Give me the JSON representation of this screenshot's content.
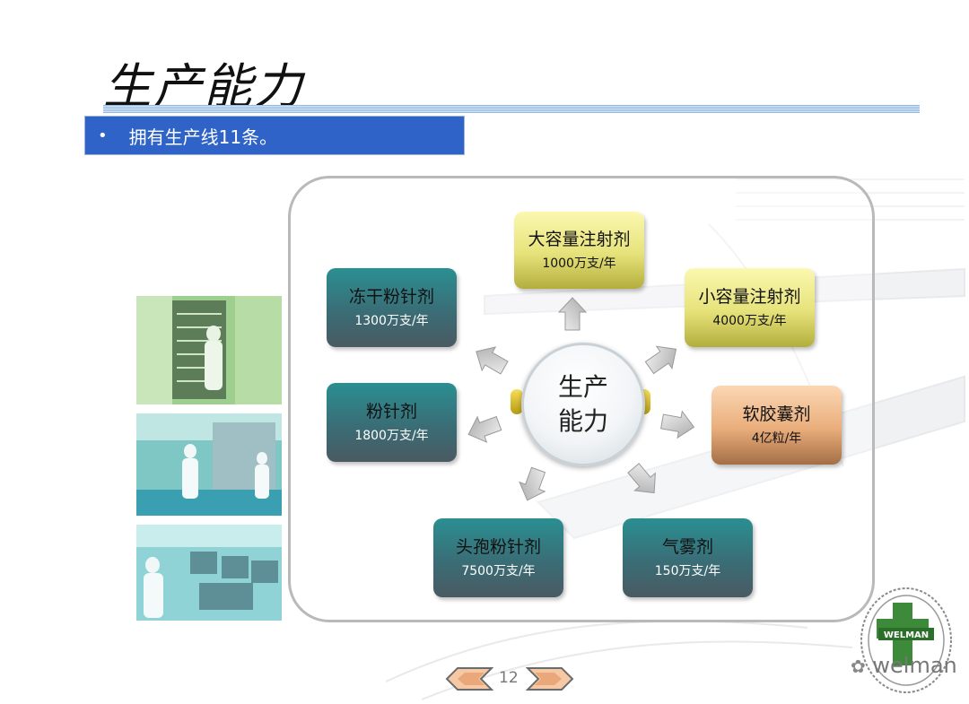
{
  "title": "生产能力",
  "bullet": {
    "marker": "•",
    "text": "拥有生产线11条。"
  },
  "center_label": "生产能力",
  "nodes": [
    {
      "name": "大容量注射剂",
      "capacity": "1000万支/年",
      "color": "#e6e27a"
    },
    {
      "name": "小容量注射剂",
      "capacity": "4000万支/年",
      "color": "#e6e27a"
    },
    {
      "name": "软胶囊剂",
      "capacity": "4亿粒/年",
      "color": "#e9ad7b"
    },
    {
      "name": "气雾剂",
      "capacity": "150万支/年",
      "color": "#2f7f85"
    },
    {
      "name": "头孢粉针剂",
      "capacity": "7500万支/年",
      "color": "#2f7f85"
    },
    {
      "name": "粉针剂",
      "capacity": "1800万支/年",
      "color": "#2f7f85"
    },
    {
      "name": "冻干粉针剂",
      "capacity": "1300万支/年",
      "color": "#2f7f85"
    }
  ],
  "page_number": "12",
  "watermark": {
    "brand": "welman",
    "badge": "WELMAN"
  },
  "colors": {
    "bullet_bar": "#2f63c8",
    "title_rule": "#8fb8e6"
  }
}
